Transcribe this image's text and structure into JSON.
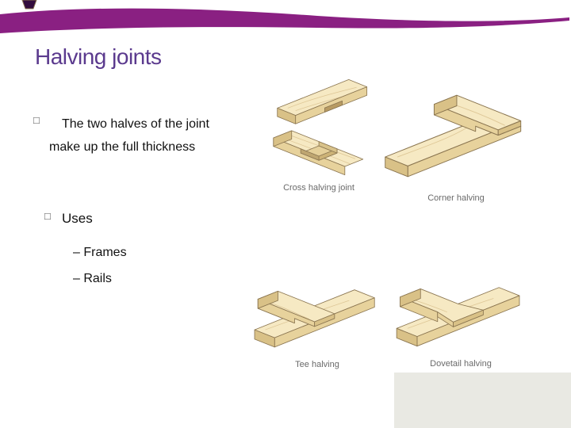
{
  "slide": {
    "title": "Halving joints",
    "bullets": {
      "glyph": "□",
      "point1": "The two halves of the joint make up the full thickness",
      "point2": "Uses",
      "sub_items": [
        "– Frames",
        "– Rails"
      ]
    },
    "figures": [
      {
        "id": "cross-halving",
        "label": "Cross halving joint"
      },
      {
        "id": "corner-halving",
        "label": "Corner halving"
      },
      {
        "id": "tee-halving",
        "label": "Tee halving"
      },
      {
        "id": "dovetail-halving",
        "label": "Dovetail halving"
      }
    ],
    "colors": {
      "accent_swoosh": "#8a2082",
      "accent_dark": "#330d3d",
      "title_text": "#5b3a8e",
      "body_text": "#111111",
      "caption_text": "#6a6a6a",
      "wood_top": "#f6e9c3",
      "wood_side": "#e7d29c",
      "wood_end": "#d9c187",
      "panel_gray": "#e9e9e3"
    }
  }
}
